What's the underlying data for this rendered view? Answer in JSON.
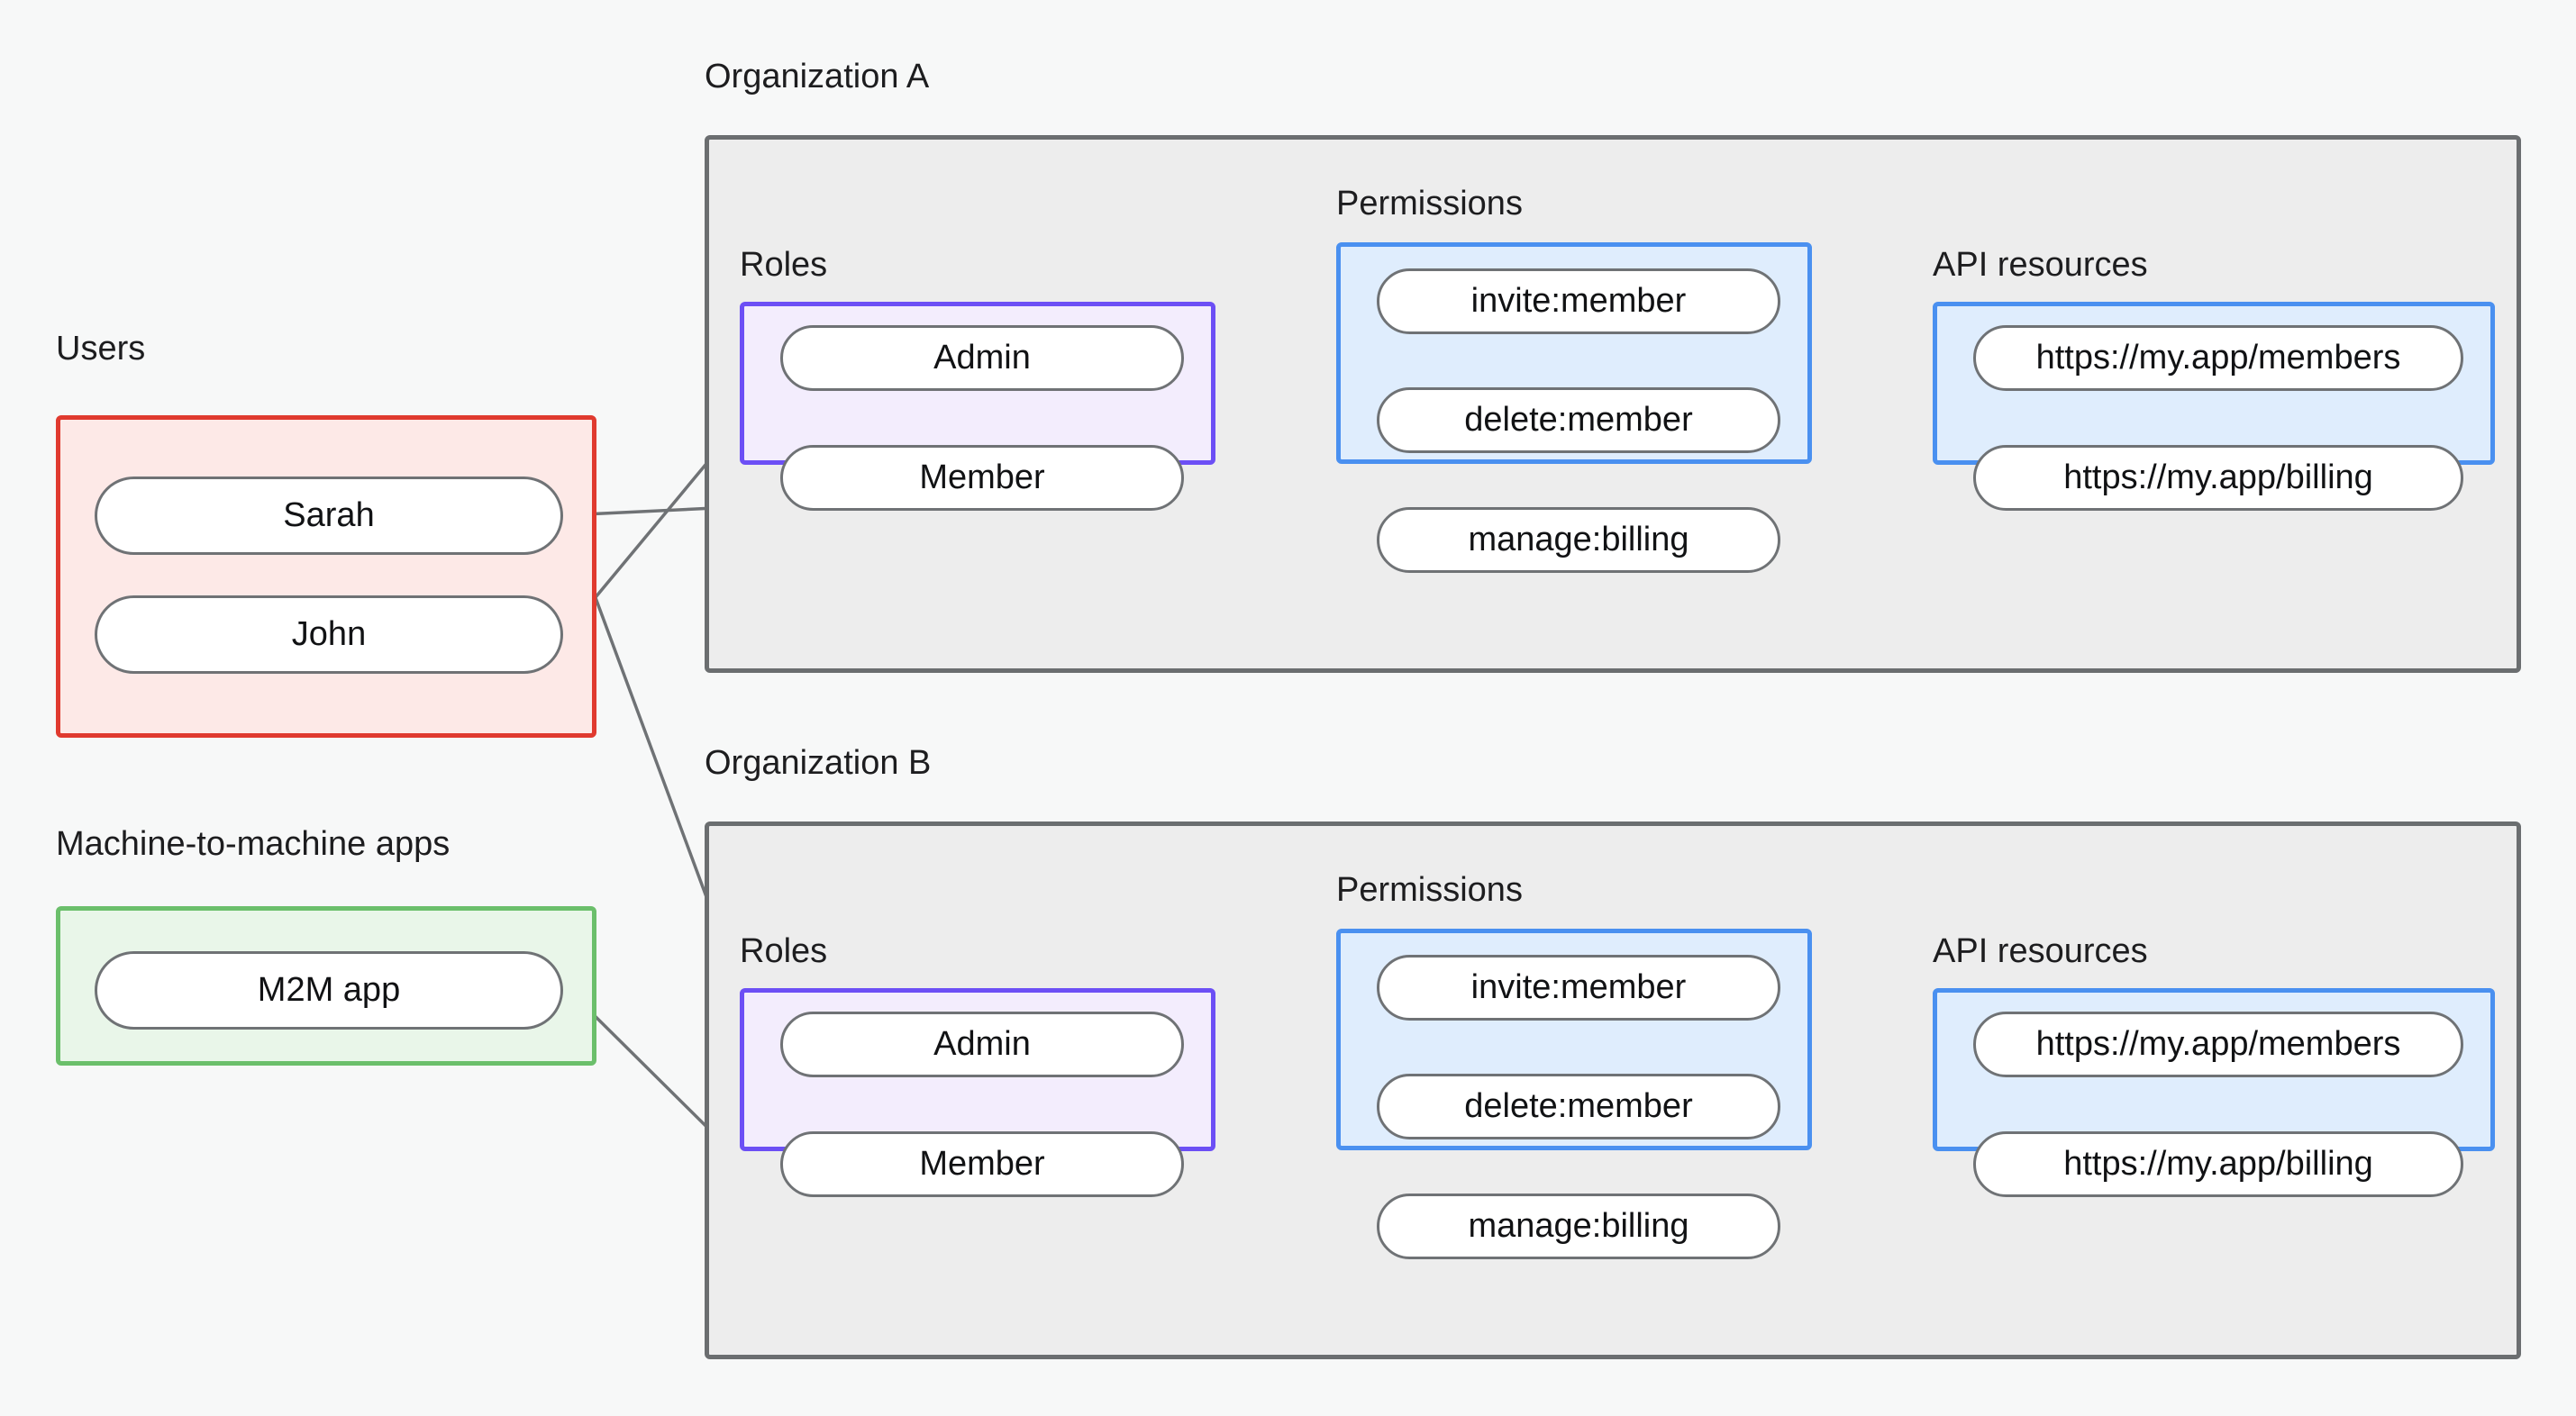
{
  "diagram": {
    "title_labels": {
      "users": "Users",
      "m2m": "Machine-to-machine apps",
      "org_a": "Organization A",
      "org_b": "Organization B",
      "roles": "Roles",
      "permissions": "Permissions",
      "api_resources": "API resources"
    },
    "colors": {
      "page_background": "#f7f8f8",
      "org_border": "#6b6e70",
      "org_fill": "#ededed",
      "users_border": "#e03a2f",
      "users_fill": "#fde9e7",
      "m2m_border": "#6bbf6b",
      "m2m_fill": "#e9f6e9",
      "roles_border": "#6c4ff5",
      "roles_fill": "#f3edfd",
      "permissions_border": "#4a90f0",
      "permissions_fill": "#dfedfd",
      "api_border": "#4a90f0",
      "api_fill": "#dfedfd",
      "node_border": "#6f7275",
      "node_fill": "#ffffff",
      "edge": "#6f7275",
      "text": "#1d1d1f"
    },
    "users": {
      "group_label": "Users",
      "items": [
        {
          "label": "Sarah"
        },
        {
          "label": "John"
        }
      ]
    },
    "m2m": {
      "group_label": "Machine-to-machine apps",
      "items": [
        {
          "label": "M2M app"
        }
      ]
    },
    "organizations": [
      {
        "name": "Organization A",
        "roles_label": "Roles",
        "permissions_label": "Permissions",
        "api_label": "API resources",
        "roles": [
          {
            "label": "Admin"
          },
          {
            "label": "Member"
          }
        ],
        "permissions": [
          {
            "label": "invite:member"
          },
          {
            "label": "delete:member"
          },
          {
            "label": "manage:billing"
          }
        ],
        "api_resources": [
          {
            "label": "https://my.app/members"
          },
          {
            "label": "https://my.app/billing"
          }
        ]
      },
      {
        "name": "Organization B",
        "roles_label": "Roles",
        "permissions_label": "Permissions",
        "api_label": "API resources",
        "roles": [
          {
            "label": "Admin"
          },
          {
            "label": "Member"
          }
        ],
        "permissions": [
          {
            "label": "invite:member"
          },
          {
            "label": "delete:member"
          },
          {
            "label": "manage:billing"
          }
        ],
        "api_resources": [
          {
            "label": "https://my.app/members"
          },
          {
            "label": "https://my.app/billing"
          }
        ]
      }
    ],
    "connections": [
      {
        "from": "Sarah",
        "to": "Organization A / Member"
      },
      {
        "from": "Sarah",
        "to": "Organization B / Admin"
      },
      {
        "from": "John",
        "to": "Organization A / Admin"
      },
      {
        "from": "M2M app",
        "to": "Organization B / Member"
      },
      {
        "from": "Organization A / Admin",
        "to": "Organization A / invite:member"
      },
      {
        "from": "Organization A / Admin",
        "to": "Organization A / delete:member"
      },
      {
        "from": "Organization A / Member",
        "to": "Organization A / manage:billing"
      },
      {
        "from": "Organization A / invite:member",
        "to": "Organization A / https://my.app/members"
      },
      {
        "from": "Organization A / delete:member",
        "to": "Organization A / https://my.app/members"
      },
      {
        "from": "Organization A / manage:billing",
        "to": "Organization A / https://my.app/billing"
      },
      {
        "from": "Organization B / Admin",
        "to": "Organization B / invite:member"
      },
      {
        "from": "Organization B / Admin",
        "to": "Organization B / delete:member"
      },
      {
        "from": "Organization B / Member",
        "to": "Organization B / manage:billing"
      },
      {
        "from": "Organization B / invite:member",
        "to": "Organization B / https://my.app/members"
      },
      {
        "from": "Organization B / delete:member",
        "to": "Organization B / https://my.app/members"
      },
      {
        "from": "Organization B / manage:billing",
        "to": "Organization B / https://my.app/billing"
      }
    ]
  }
}
